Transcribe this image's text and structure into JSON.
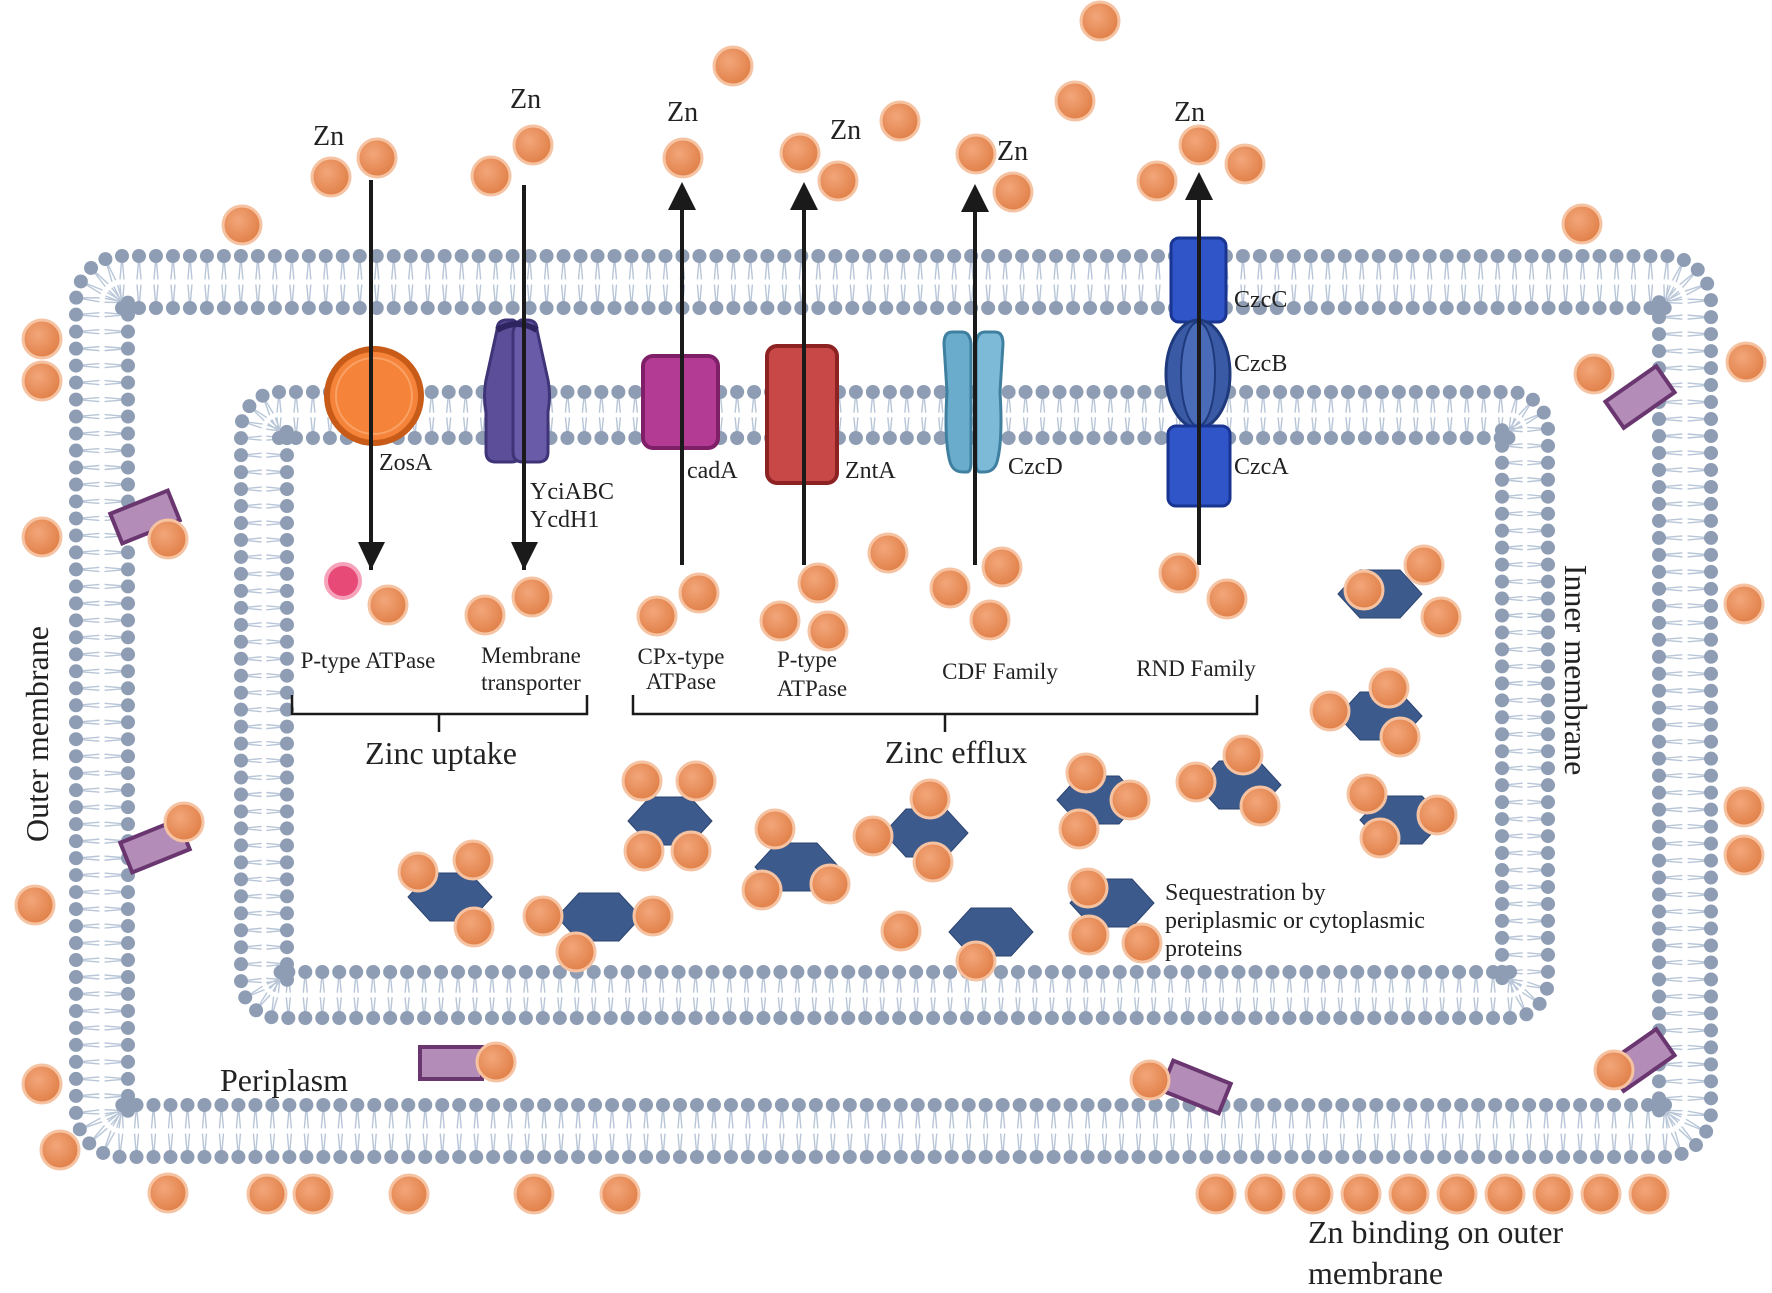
{
  "zinc_symbol": "Zn",
  "membranes": {
    "outer": "Outer membrane",
    "inner": "Inner membrane",
    "periplasm": "Periplasm"
  },
  "transporters": {
    "zosa": "ZosA",
    "yciabc": "YciABC",
    "ycdh1": "YcdH1",
    "cada": "cadA",
    "znta": "ZntA",
    "czcd": "CzcD",
    "czcc": "CzcC",
    "czcb": "CzcB",
    "czca": "CzcA"
  },
  "categories": {
    "p_type_atpase_uptake": "P-type ATPase",
    "membrane_transporter": [
      "Membrane",
      "transporter"
    ],
    "cpx_type_atpase": [
      "CPx-type",
      "ATPase"
    ],
    "p_type_atpase_efflux": [
      "P-type",
      "ATPase"
    ],
    "cdf_family": "CDF Family",
    "rnd_family": "RND Family"
  },
  "groups": {
    "uptake": "Zinc uptake",
    "efflux": "Zinc efflux"
  },
  "notes": {
    "sequestration": [
      "Sequestration by",
      "periplasmic or cytoplasmic",
      "proteins"
    ],
    "outer_binding": [
      "Zn binding on outer",
      "membrane"
    ]
  },
  "colors": {
    "zinc_ion": "#e8915c",
    "lipid_head": "#8e9db4",
    "lipid_tail": "#b8c6d8",
    "zosa": "#f5843a",
    "yci": "#5c4e98",
    "cada": "#b43b94",
    "znta": "#c84848",
    "czcd": "#6aaccc",
    "czc": "#2f55c8",
    "binding_protein": "#3d5a8c",
    "outer_protein": "#b48cb8",
    "pink_ion": "#e84a78"
  }
}
